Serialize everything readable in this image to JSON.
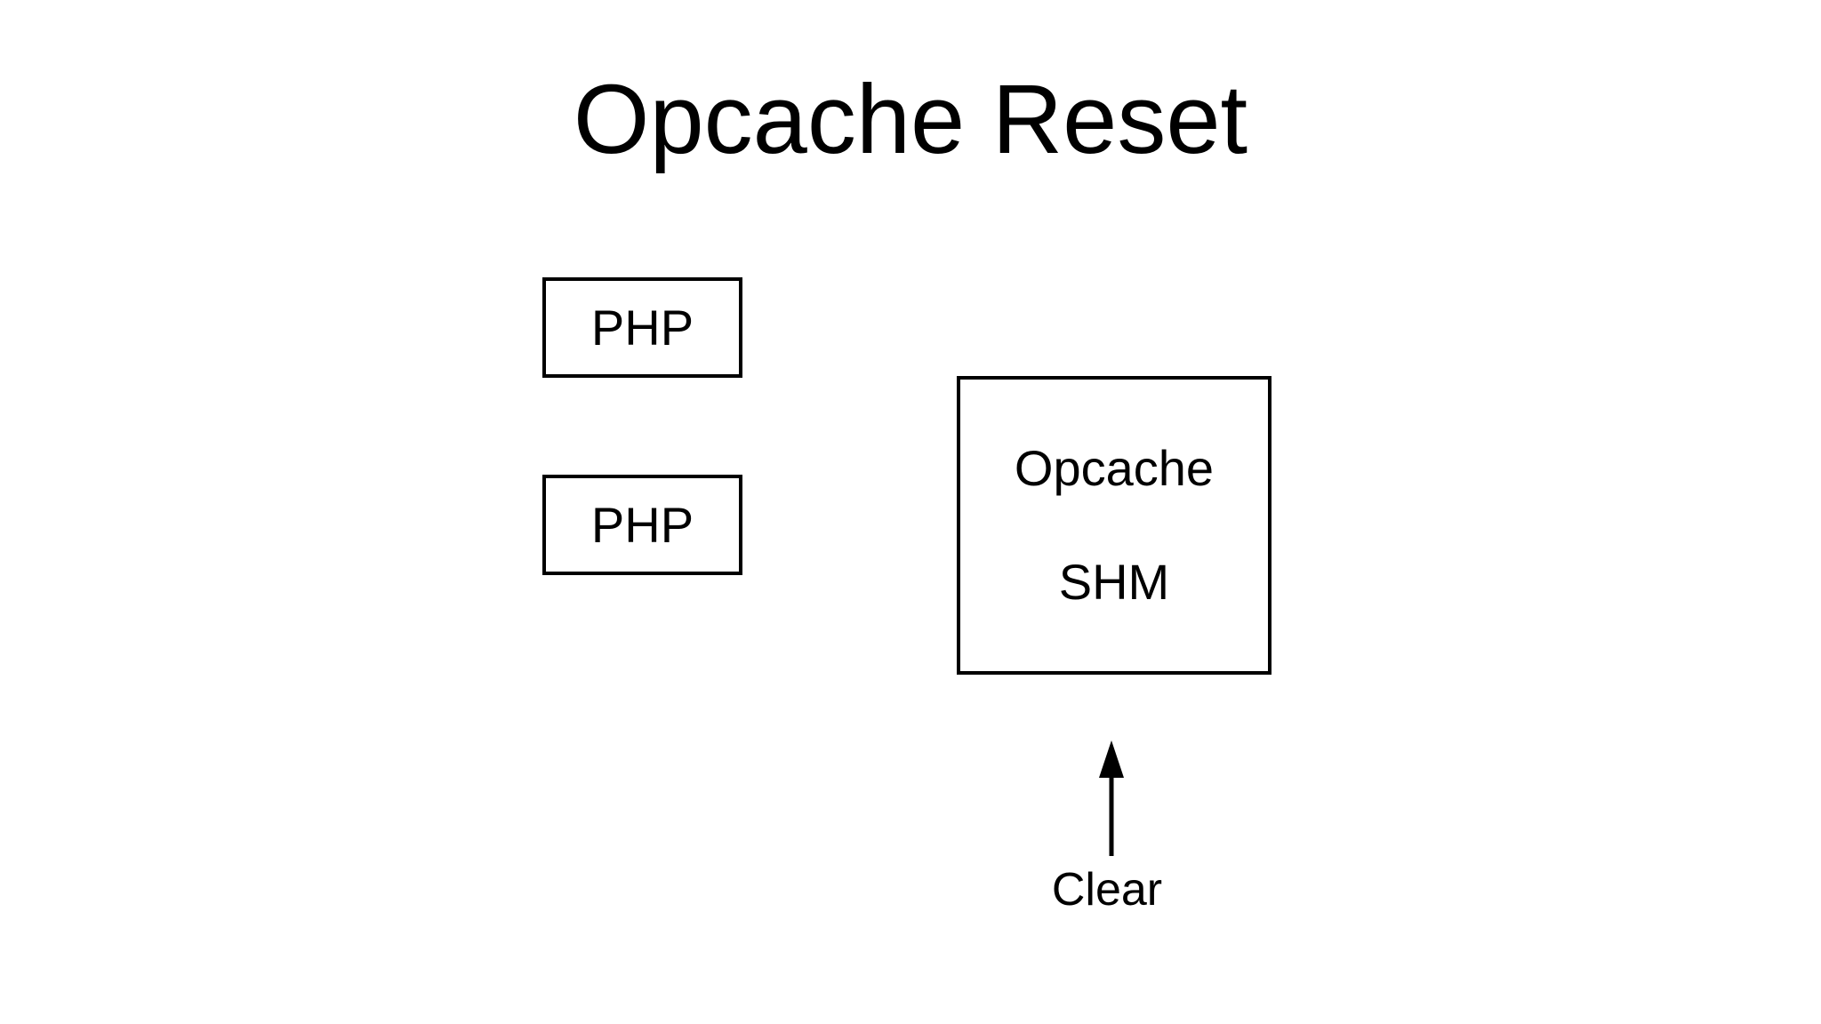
{
  "page": {
    "background_color": "#ffffff",
    "ink_color": "#000000"
  },
  "title": "Opcache Reset",
  "diagram": {
    "php_boxes": [
      {
        "label": "PHP"
      },
      {
        "label": "PHP"
      }
    ],
    "opcache_box": {
      "line1": "Opcache",
      "line2": "SHM"
    },
    "arrow": {
      "icon": "up-arrow-icon",
      "direction": "up",
      "label": "Clear"
    }
  }
}
